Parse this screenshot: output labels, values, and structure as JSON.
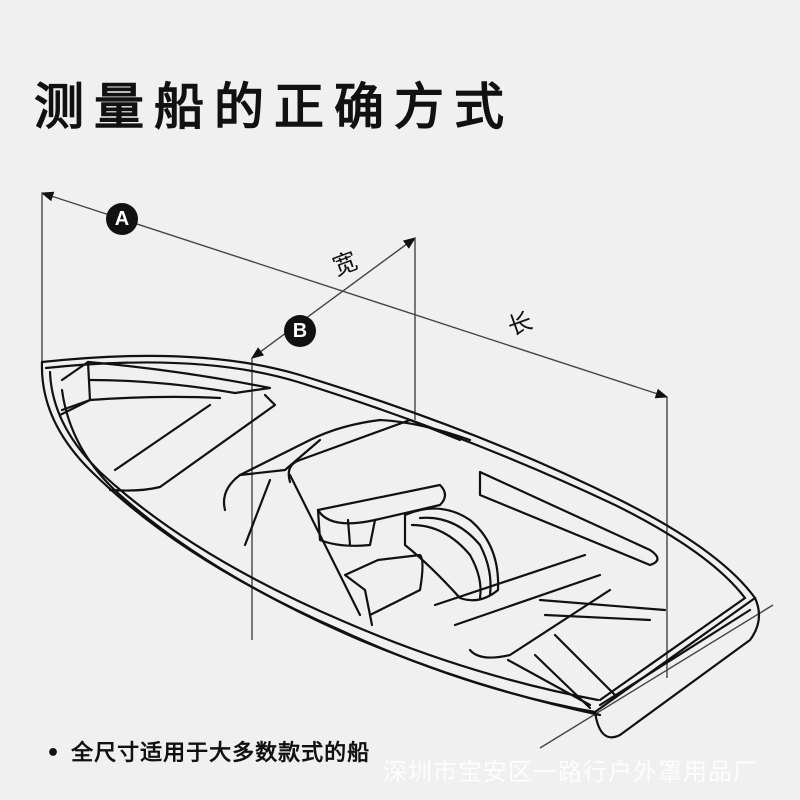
{
  "title": "测量船的正确方式",
  "labels": {
    "length": "长",
    "width": "宽",
    "marker_a": "A",
    "marker_b": "B"
  },
  "note": {
    "bullet": "•",
    "text": "全尺寸适用于大多数款式的船"
  },
  "watermark": "深圳市宝安区一路行户外罩用品厂",
  "colors": {
    "background": "#f0f0f0",
    "line": "#111111",
    "dimension_line": "#444444"
  }
}
